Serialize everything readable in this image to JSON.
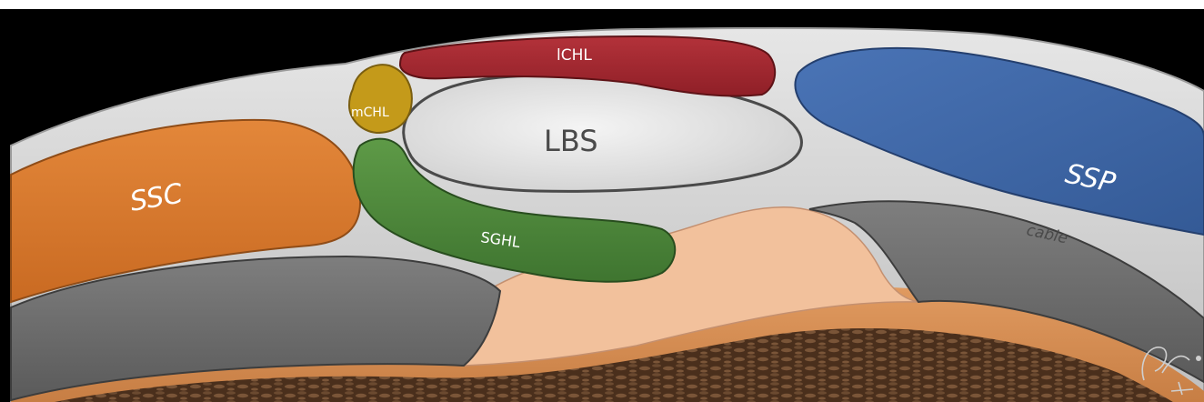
{
  "labels": {
    "lchl": "lCHL",
    "mchl": "mCHL",
    "lbs": "LBS",
    "ssc": "SSC",
    "sghl": "SGHL",
    "ssp": "SSP",
    "cable": "cable"
  },
  "signature": "G. Guerrero B.",
  "colors": {
    "background": "#000000",
    "capsule": "#d6d6d6",
    "lchl": "#a3262e",
    "mchl": "#c49a1a",
    "lbs": "#e6e6e6",
    "ssc": "#d97a2e",
    "sghl": "#4f8a3a",
    "ssp": "#3f67a6",
    "cartilage": "#6f6f6f",
    "synovium": "#f2c19c",
    "bone": "#d99058",
    "marrow": "#5a3a22"
  }
}
